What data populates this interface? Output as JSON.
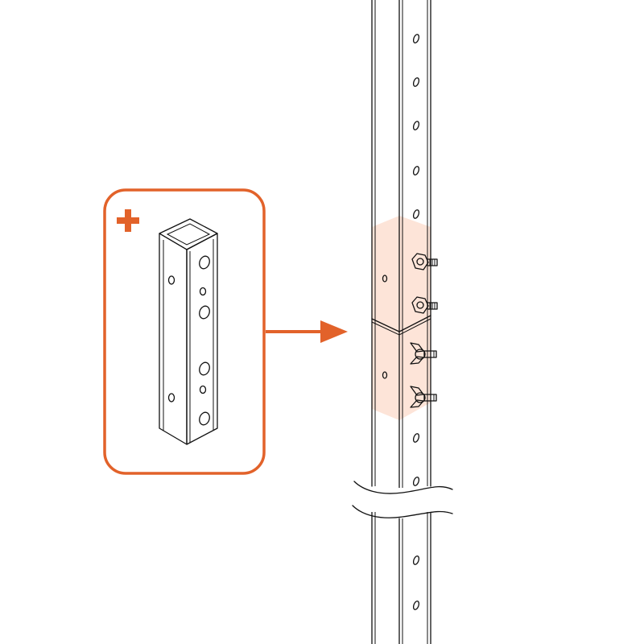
{
  "colors": {
    "accent": "#e2622a",
    "highlight": "#fde4d8",
    "line": "#111111",
    "background": "#ffffff",
    "bolt": "#b59a72"
  },
  "inset": {
    "badge_icon": "plus-icon",
    "part": "connector-sleeve"
  },
  "main": {
    "arrow_icon": "arrow-right-icon",
    "post": "upright-post",
    "fasteners": [
      "hex-nut-bolt",
      "hex-nut-bolt",
      "wing-nut-bolt",
      "wing-nut-bolt"
    ],
    "break_symbol": "wavy-break-lines"
  }
}
